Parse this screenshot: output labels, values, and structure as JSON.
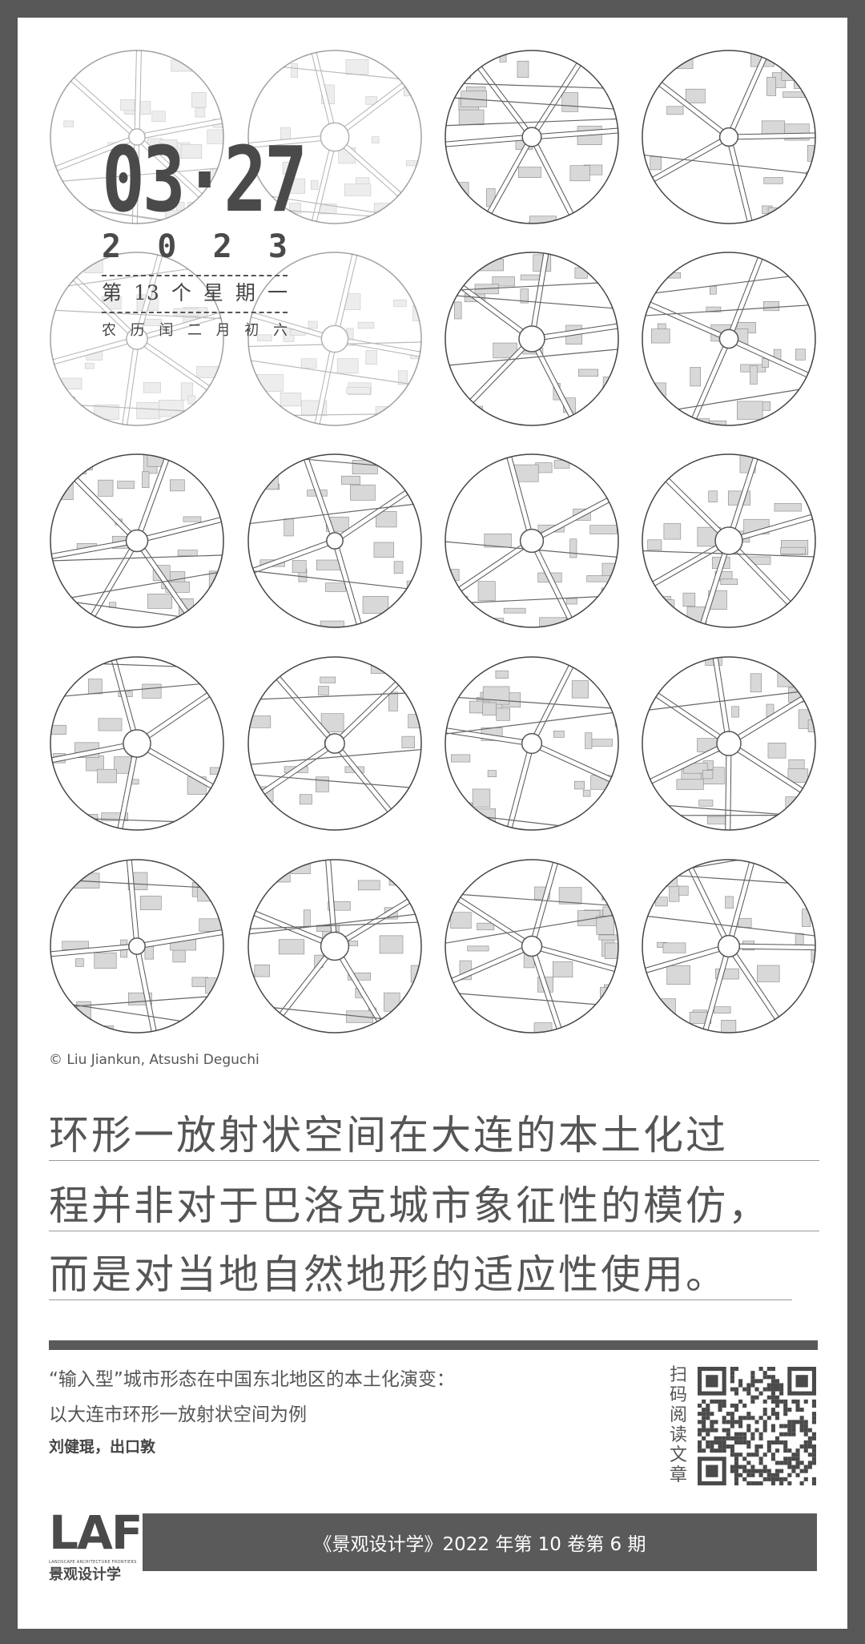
{
  "colors": {
    "frame": "#575757",
    "ink": "#4a4a4a",
    "map_fill": "#d8d8d8",
    "map_stroke": "#444444"
  },
  "date": {
    "main": "03·27",
    "year": [
      "2",
      "0",
      "2",
      "3"
    ],
    "week": [
      "第",
      "13",
      "个",
      "星",
      "期",
      "一"
    ],
    "lunar": [
      "农",
      "历",
      "闰",
      "二",
      "月",
      "初",
      "六"
    ]
  },
  "credit": "© Liu Jiankun, Atsushi Deguchi",
  "quote": [
    "环形一放射状空间在大连的本土化过",
    "程并非对于巴洛克城市象征性的模仿，",
    "而是对当地自然地形的适应性使用。"
  ],
  "article": {
    "title_lines": [
      "“输入型”城市形态在中国东北地区的本土化演变：",
      "以大连市环形一放射状空间为例"
    ],
    "authors": "刘健琨，出口敦"
  },
  "qr": {
    "label": "扫码阅读文章"
  },
  "logo": {
    "mark": "LAF",
    "tagline": "LANDSCAPE ARCHITECTURE FRONTIERS",
    "name": "景观设计学"
  },
  "journal": "《景观设计学》2022 年第 10 卷第 6 期"
}
